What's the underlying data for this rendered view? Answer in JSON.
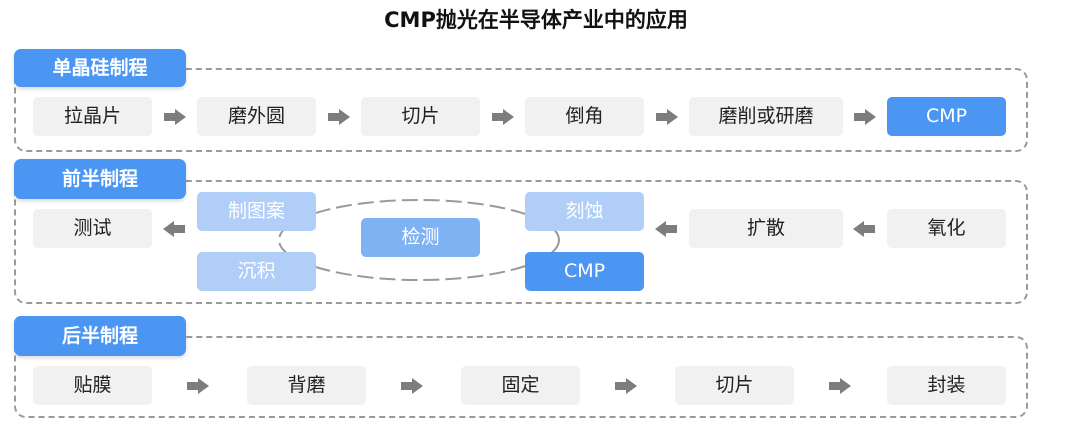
{
  "title": "CMP抛光在半导体产业中的应用",
  "sections": {
    "wafer": {
      "tag": "单晶硅制程",
      "steps": [
        "拉晶片",
        "磨外圆",
        "切片",
        "倒角",
        "磨削或研磨",
        "CMP"
      ]
    },
    "front": {
      "tag": "前半制程",
      "test": "测试",
      "diffuse": "扩散",
      "oxidize": "氧化",
      "cycle": {
        "lithography": "制图案",
        "etch": "刻蚀",
        "inspect": "检测",
        "deposit": "沉积",
        "cmp": "CMP"
      }
    },
    "back": {
      "tag": "后半制程",
      "steps": [
        "贴膜",
        "背磨",
        "固定",
        "切片",
        "封装"
      ]
    }
  },
  "colors": {
    "accent": "#4b95f3",
    "box_gray": "#f1f1f1",
    "arrow_gray": "#7d7d7d",
    "dash_border": "#9a9a9a"
  }
}
